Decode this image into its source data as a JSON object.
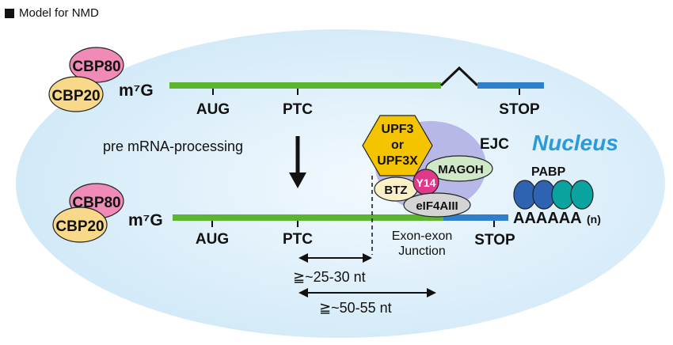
{
  "caption": "Model for NMD",
  "nucleus_label": "Nucleus",
  "cap_complex": {
    "cbp80": "CBP80",
    "cbp20": "CBP20",
    "m7g": "m⁷G"
  },
  "top_mrna": {
    "aug": "AUG",
    "ptc": "PTC",
    "stop": "STOP"
  },
  "processing_label": "pre mRNA-processing",
  "bottom_mrna": {
    "aug": "AUG",
    "ptc": "PTC",
    "stop": "STOP",
    "polya": "AAAAAA",
    "polya_suffix": "(n)"
  },
  "ejc": {
    "label": "EJC",
    "upf3_line1": "UPF3",
    "upf3_line2": "or",
    "upf3_line3": "UPF3X",
    "magoh": "MAGOH",
    "btz": "BTZ",
    "y14": "Y14",
    "eif4aiii": "eIF4AIII",
    "junction_line1": "Exon-exon",
    "junction_line2": "Junction"
  },
  "pabp_label": "PABP",
  "distances": {
    "short": "≧~25-30 nt",
    "long": "≧~50-55 nt"
  },
  "colors": {
    "ellipse_fill": "#d6ecf8",
    "exon_green": "#5cb531",
    "exon_blue": "#2f7fcb",
    "cbp80": "#f08ab6",
    "cbp20": "#f8d98a",
    "upf3": "#f5c400",
    "ejc_bg": "#b8b8e8",
    "magoh": "#cfe8c8",
    "y14": "#e0388a",
    "btz": "#fbf0c8",
    "eif4aiii": "#d4d4d4",
    "pabp_blue": "#2d63b0",
    "pabp_teal": "#0aa3a0",
    "nucleus_text": "#2a9ad8"
  }
}
